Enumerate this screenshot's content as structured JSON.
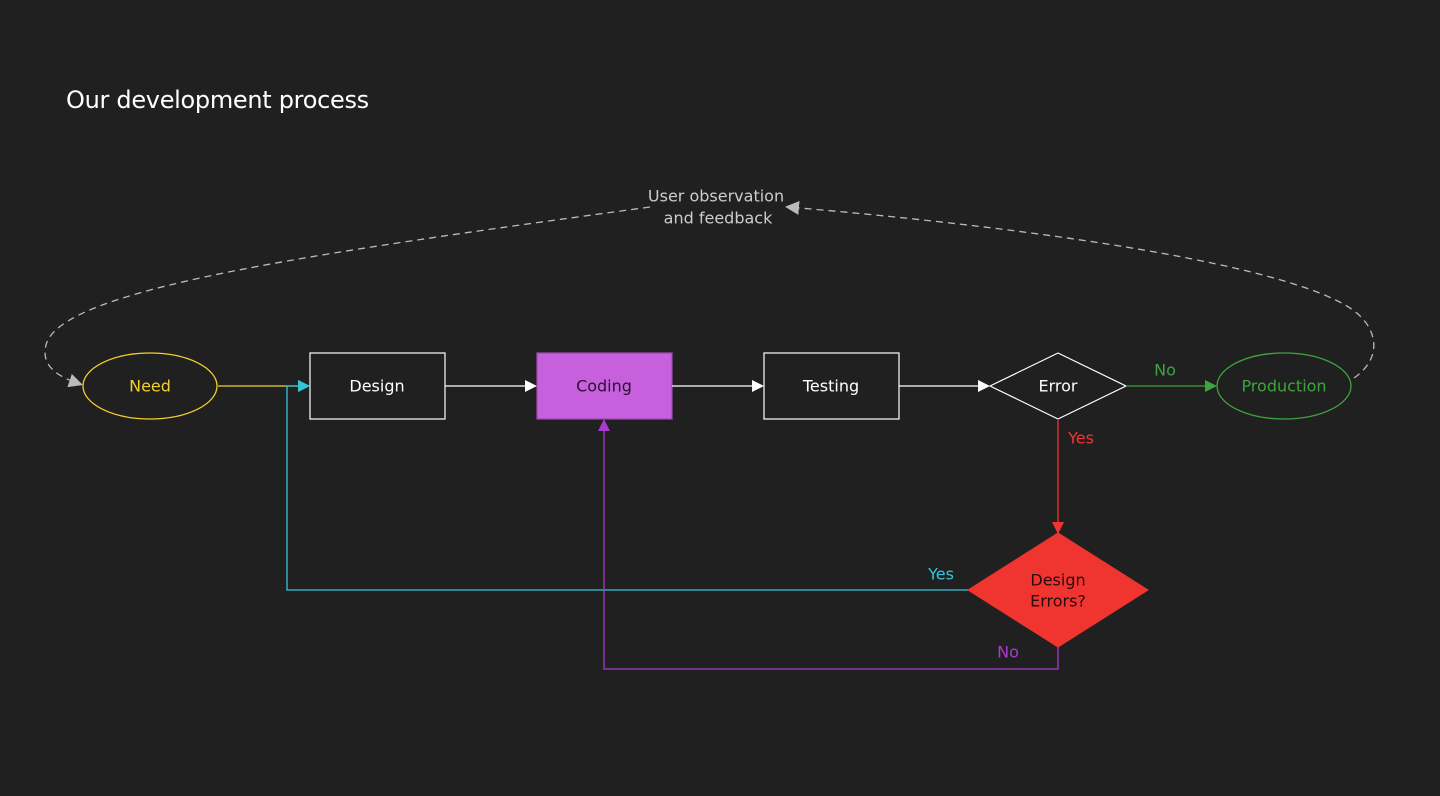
{
  "page": {
    "title": "Our development process"
  },
  "colors": {
    "background": "#202020",
    "need": "#f2cf2f",
    "design": "#ffffff",
    "coding_fill": "#c760dc",
    "coding_border": "#a04ab3",
    "testing": "#ffffff",
    "error": "#ffffff",
    "production": "#3da53d",
    "yes_red": "#f03530",
    "design_errors_fill": "#f03530",
    "loop_cyan": "#35c4d8",
    "loop_purple": "#a93ad0",
    "feedback_gray": "#bbbbbb"
  },
  "nodes": {
    "need": {
      "label": "Need",
      "shape": "ellipse"
    },
    "design": {
      "label": "Design",
      "shape": "rectangle"
    },
    "coding": {
      "label": "Coding",
      "shape": "rectangle"
    },
    "testing": {
      "label": "Testing",
      "shape": "rectangle"
    },
    "error": {
      "label": "Error",
      "shape": "diamond"
    },
    "production": {
      "label": "Production",
      "shape": "ellipse"
    },
    "design_errors": {
      "line1": "Design",
      "line2": "Errors?",
      "shape": "diamond"
    }
  },
  "feedback": {
    "line1": "User observation",
    "line2": "and feedback"
  },
  "edge_labels": {
    "error_no": "No",
    "error_yes": "Yes",
    "design_errors_yes": "Yes",
    "design_errors_no": "No"
  }
}
